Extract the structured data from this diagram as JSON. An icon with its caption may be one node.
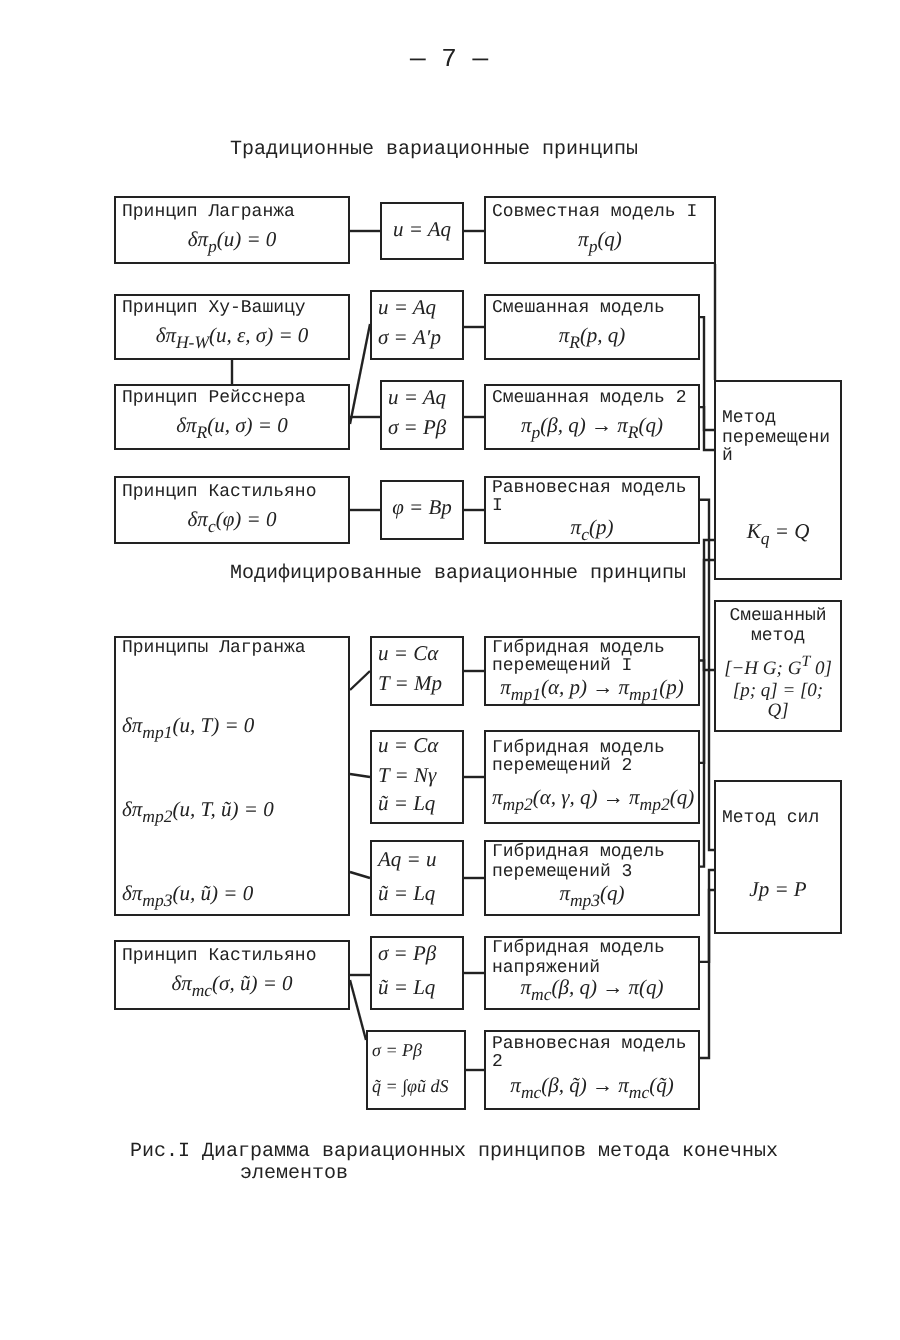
{
  "diagram": {
    "caption": "Рис.I Диаграмма вариационных принципов метода конечных элементов",
    "nodes": [
      {
        "text": [
          "Принцип Лагранжа",
          "δπ$_{p}$(u) = 0"
        ]
      },
      {
        "text": [
          "u = Aq"
        ]
      },
      {
        "text": [
          "Совместная модель I",
          "π$_{p}$(q)"
        ]
      },
      {
        "text": [
          "Принцип Ху-Вашицу",
          "δπ$_{H-W}$(u, ε, σ) = 0"
        ]
      },
      {
        "text": [
          "u = Aq",
          "σ = A′p"
        ]
      },
      {
        "text": [
          "Смешанная модель",
          "π$_{R}$(p, q)"
        ]
      },
      {
        "text": [
          "Принцип Рейсснера",
          "δπ$_{R}$(u, σ) = 0"
        ]
      },
      {
        "text": [
          "u = Aq",
          "σ = Pβ"
        ]
      },
      {
        "text": [
          "Смешанная модель 2",
          "π$_{p}$(β, q) → π$_{R}$(q)"
        ]
      },
      {
        "text": [
          "Принцип Кастильяно",
          "δπ$_{c}$(φ) = 0"
        ]
      },
      {
        "text": [
          "φ = Bp"
        ]
      },
      {
        "text": [
          "Равновесная модель I",
          "π$_{c}$(p)"
        ]
      },
      {
        "text": [
          "Метод перемещений",
          "K$_{q}$ = Q"
        ]
      },
      {
        "text": [
          "Смешанный метод",
          "[−H G; G$^{T}$ 0] [p; q] = [0; Q]"
        ]
      },
      {
        "text": [
          "Метод сил",
          "Jp = P"
        ]
      },
      {
        "text": [
          "Принципы Лагранжа",
          "δπ$_{mp1}$(u, T) = 0",
          "δπ$_{mp2}$(u, T, ũ) = 0",
          "δπ$_{mp3}$(u, ũ) = 0"
        ]
      },
      {
        "text": [
          "u = Cα",
          "T = Mp"
        ]
      },
      {
        "text": [
          "Гибридная модель перемещений I",
          "π$_{mp1}$(α, p) → π$_{mp1}$(p)"
        ]
      },
      {
        "text": [
          "u = Cα",
          "T = Nγ",
          "ũ = Lq"
        ]
      },
      {
        "text": [
          "Гибридная модель перемещений 2",
          "π$_{mp2}$(α, γ, q) → π$_{mp2}$(q)"
        ]
      },
      {
        "text": [
          "Aq = u",
          "ũ = Lq"
        ]
      },
      {
        "text": [
          "Гибридная модель перемещений 3",
          "π$_{mp3}$(q)"
        ]
      },
      {
        "text": [
          "Принцип Кастильяно",
          "δπ$_{mc}$(σ, ũ) = 0"
        ]
      },
      {
        "text": [
          "σ = Pβ",
          "ũ = Lq"
        ]
      },
      {
        "text": [
          "Гибридная модель напряжений",
          "π$_{mc}$(β, q) → π(q)"
        ]
      },
      {
        "text": [
          "σ = Pβ",
          "q̃ = ∫φũ dS"
        ]
      },
      {
        "text": [
          "Равновесная модель 2",
          "π$_{mc}$(β, q̃) → π$_{mc}$(q̃)"
        ]
      }
    ],
    "edges": [
      {
        "from": 0,
        "to": 1,
        "arrow": "none"
      },
      {
        "from": 1,
        "to": 2,
        "arrow": "none"
      },
      {
        "from": 3,
        "to": 6,
        "arrow": "none"
      },
      {
        "from": 6,
        "to": 4,
        "arrow": "none"
      },
      {
        "from": 6,
        "to": 7,
        "arrow": "none"
      },
      {
        "from": 4,
        "to": 5,
        "arrow": "none"
      },
      {
        "from": 7,
        "to": 8,
        "arrow": "none"
      },
      {
        "from": 9,
        "to": 10,
        "arrow": "none"
      },
      {
        "from": 10,
        "to": 11,
        "arrow": "none"
      },
      {
        "from": 2,
        "to": 12,
        "arrow": "none"
      },
      {
        "from": 5,
        "to": 12,
        "arrow": "none"
      },
      {
        "from": 8,
        "to": 12,
        "arrow": "none"
      },
      {
        "from": 11,
        "to": 14,
        "arrow": "none"
      },
      {
        "from": 15,
        "to": 16,
        "arrow": "none"
      },
      {
        "from": 15,
        "to": 18,
        "arrow": "none"
      },
      {
        "from": 15,
        "to": 20,
        "arrow": "none"
      },
      {
        "from": 16,
        "to": 17,
        "arrow": "none"
      },
      {
        "from": 18,
        "to": 19,
        "arrow": "none"
      },
      {
        "from": 20,
        "to": 21,
        "arrow": "none"
      },
      {
        "from": 17,
        "to": 13,
        "arrow": "none"
      },
      {
        "from": 19,
        "to": 12,
        "arrow": "none"
      },
      {
        "from": 21,
        "to": 12,
        "arrow": "none"
      },
      {
        "from": 22,
        "to": 23,
        "arrow": "none"
      },
      {
        "from": 22,
        "to": 25,
        "arrow": "none"
      },
      {
        "from": 23,
        "to": 24,
        "arrow": "none"
      },
      {
        "from": 25,
        "to": 26,
        "arrow": "none"
      },
      {
        "from": 24,
        "to": 14,
        "arrow": "none"
      },
      {
        "from": 26,
        "to": 14,
        "arrow": "none"
      }
    ],
    "labels": [
      "— 7 —",
      "Традиционные вариационные принципы",
      "Модифицированные вариационные принципы"
    ]
  }
}
